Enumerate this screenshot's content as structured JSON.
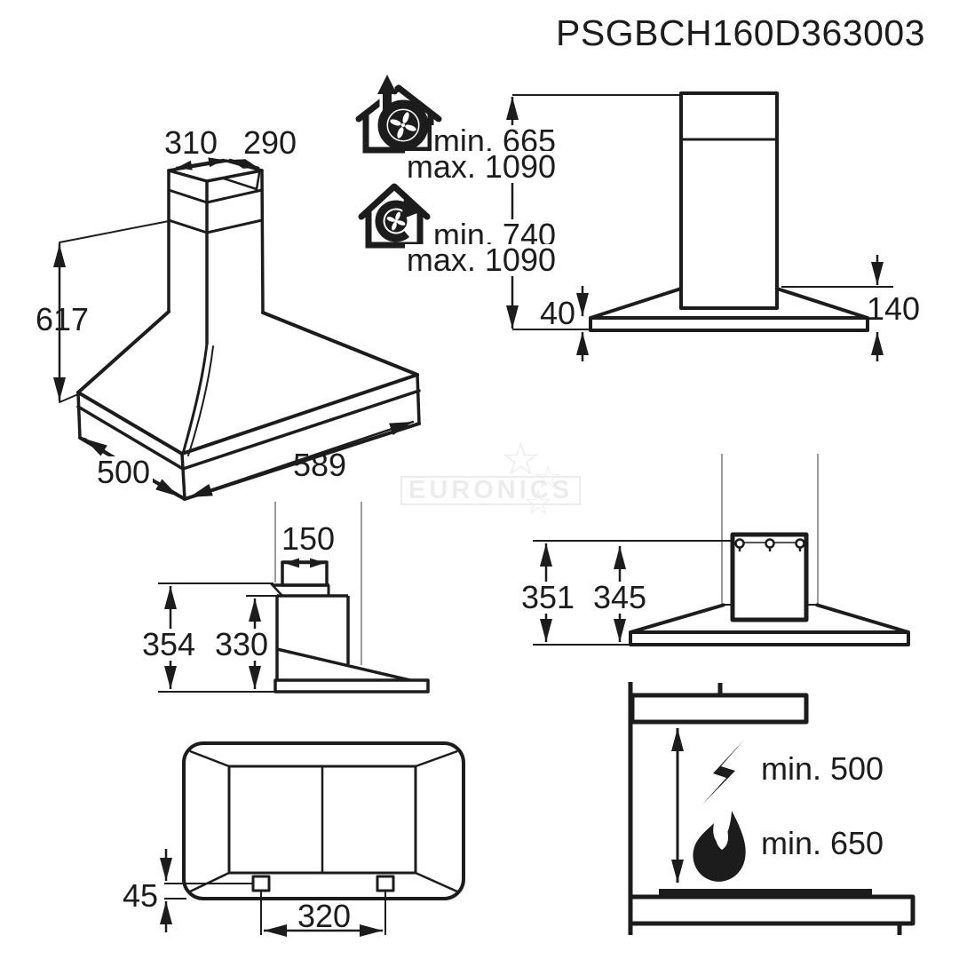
{
  "title": "PSGBCH160D363003",
  "watermark": {
    "text": "EURONICS"
  },
  "perspective_view": {
    "chimney_width": "310",
    "chimney_depth": "290",
    "total_height": "617",
    "hood_depth": "500",
    "hood_width": "589"
  },
  "mounting_heights": {
    "exhaust": {
      "icon": "house-exhaust-fan-icon",
      "min": "min. 665",
      "max": "max. 1090"
    },
    "recirculation": {
      "icon": "house-recirculation-fan-icon",
      "min": "min. 740",
      "max": "max. 1090"
    }
  },
  "front_view": {
    "base_rim_height": "40",
    "canopy_height": "140"
  },
  "side_view": {
    "duct_depth": "150",
    "total_height": "354",
    "body_height": "330"
  },
  "rear_view": {
    "overall_height": "351",
    "bracket_height": "345"
  },
  "bottom_view": {
    "fixing_edge_offset": "45",
    "fixing_distance": "320"
  },
  "clearance": {
    "electric": {
      "icon": "lightning-electric-hob-icon",
      "label": "min. 500"
    },
    "gas": {
      "icon": "flame-gas-hob-icon",
      "label": "min. 650"
    }
  },
  "colors": {
    "line": "#1c1c1c",
    "projection_line": "#909090",
    "watermark": "#ececec",
    "background": "#ffffff"
  }
}
